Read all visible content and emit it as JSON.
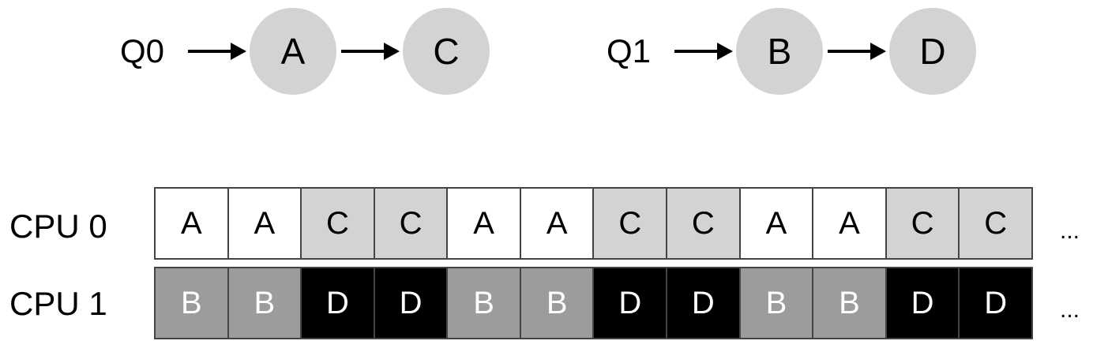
{
  "queues": [
    {
      "label": "Q0",
      "jobs": [
        "A",
        "C"
      ]
    },
    {
      "label": "Q1",
      "jobs": [
        "B",
        "D"
      ]
    }
  ],
  "cpus": [
    {
      "label": "CPU 0",
      "slots": [
        "A",
        "A",
        "C",
        "C",
        "A",
        "A",
        "C",
        "C",
        "A",
        "A",
        "C",
        "C"
      ],
      "ellipsis": "..."
    },
    {
      "label": "CPU 1",
      "slots": [
        "B",
        "B",
        "D",
        "D",
        "B",
        "B",
        "D",
        "D",
        "B",
        "B",
        "D",
        "D"
      ],
      "ellipsis": "..."
    }
  ],
  "colors": {
    "A": "#ffffff",
    "B": "#9c9c9c",
    "C": "#d3d3d3",
    "D": "#000000",
    "node_fill": "#d3d3d3"
  }
}
